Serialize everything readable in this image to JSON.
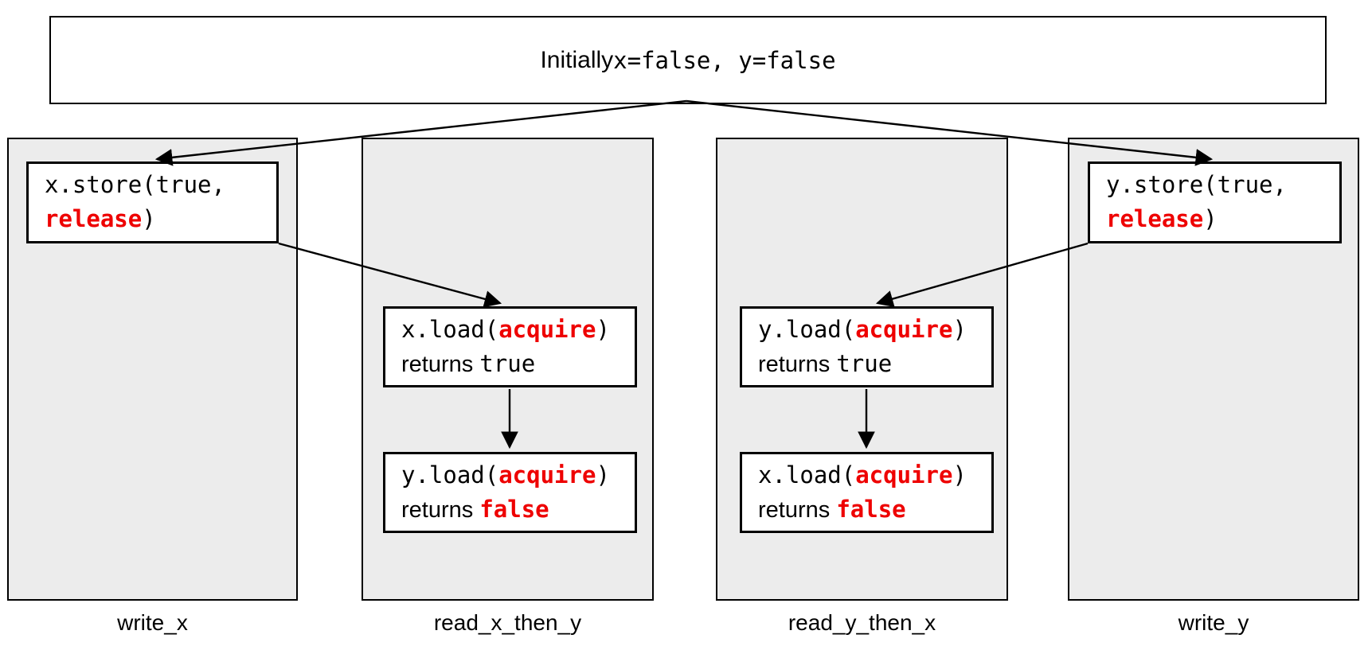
{
  "title": {
    "prefix": "Initially ",
    "code": "x=false, y=false"
  },
  "threads": [
    {
      "label": "write_x"
    },
    {
      "label": "read_x_then_y"
    },
    {
      "label": "read_y_then_x"
    },
    {
      "label": "write_y"
    }
  ],
  "nodes": {
    "x_store": {
      "l1": "x.store(true,",
      "l2_kw": "release",
      "l2_end": ")"
    },
    "y_store": {
      "l1": "y.store(true,",
      "l2_kw": "release",
      "l2_end": ")"
    },
    "x_load_true": {
      "l1_pre": "x.load(",
      "l1_kw": "acquire",
      "l1_end": ")",
      "l2_pre": "returns ",
      "l2_val": "true"
    },
    "y_load_false": {
      "l1_pre": "y.load(",
      "l1_kw": "acquire",
      "l1_end": ")",
      "l2_pre": "returns ",
      "l2_val": "false"
    },
    "y_load_true": {
      "l1_pre": "y.load(",
      "l1_kw": "acquire",
      "l1_end": ")",
      "l2_pre": "returns ",
      "l2_val": "true"
    },
    "x_load_false": {
      "l1_pre": "x.load(",
      "l1_kw": "acquire",
      "l1_end": ")",
      "l2_pre": "returns ",
      "l2_val": "false"
    }
  },
  "colors": {
    "keyword_red": "#ee0000",
    "column_bg": "#ececec",
    "border": "#000000",
    "background": "#ffffff"
  }
}
